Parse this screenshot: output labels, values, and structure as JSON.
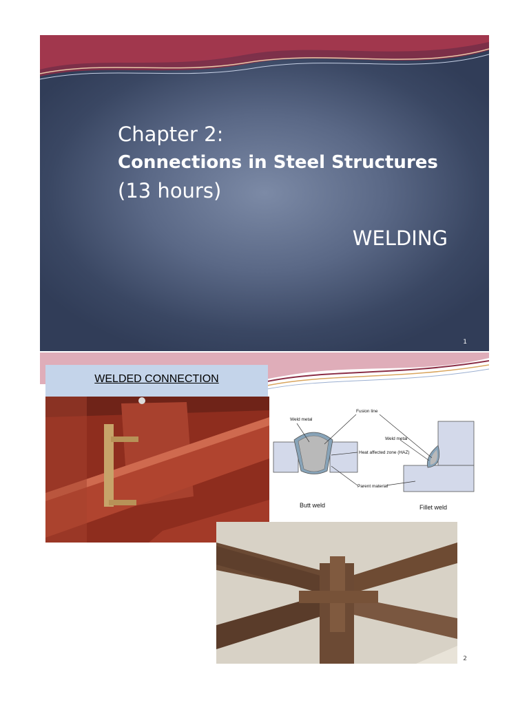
{
  "slide1": {
    "line1": "Chapter 2:",
    "line2": "Connections in Steel Structures",
    "line3": "(13 hours)",
    "topic": "WELDING",
    "page_number": "1"
  },
  "slide2": {
    "heading": "WELDED CONNECTION",
    "diagram": {
      "weld_metal_left": "Weld metal",
      "fusion_line": "Fusion line",
      "weld_metal_right": "Weld metal",
      "haz": "Heat affected zone (HAZ)",
      "parent_material": "Parent material",
      "butt_weld": "Butt weld",
      "fillet_weld": "Fillet weld"
    },
    "page_number": "2"
  },
  "colors": {
    "slide_bg": "#3a4763",
    "heading_bg": "#c4d4ea",
    "steel_red": "#8b2a1c"
  }
}
